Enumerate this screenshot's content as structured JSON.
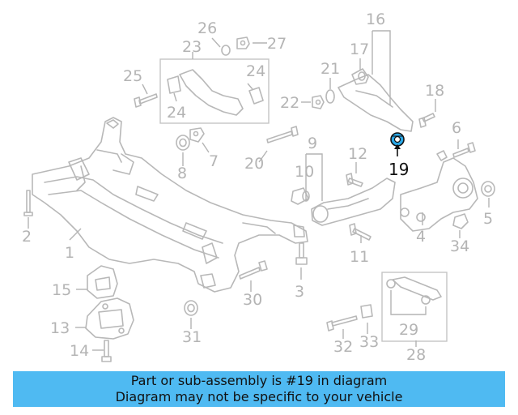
{
  "highlighted_part": "19",
  "banner": {
    "line1": "Part or sub-assembly is #19 in diagram",
    "line2": "Diagram may not be specific to your vehicle"
  },
  "callouts": {
    "n1": "1",
    "n2": "2",
    "n3": "3",
    "n4": "4",
    "n5": "5",
    "n6": "6",
    "n7": "7",
    "n8": "8",
    "n9": "9",
    "n10": "10",
    "n11": "11",
    "n12": "12",
    "n13": "13",
    "n14": "14",
    "n15": "15",
    "n16": "16",
    "n17": "17",
    "n18": "18",
    "n19": "19",
    "n20": "20",
    "n21": "21",
    "n22": "22",
    "n23": "23",
    "n24a": "24",
    "n24b": "24",
    "n25": "25",
    "n26": "26",
    "n27": "27",
    "n28": "28",
    "n29": "29",
    "n30": "30",
    "n31": "31",
    "n32": "32",
    "n33": "33",
    "n34": "34"
  },
  "colors": {
    "banner_bg": "#4fbaf2",
    "highlight_fill": "#2aa8e8",
    "line_gray": "#b8b8b8"
  }
}
